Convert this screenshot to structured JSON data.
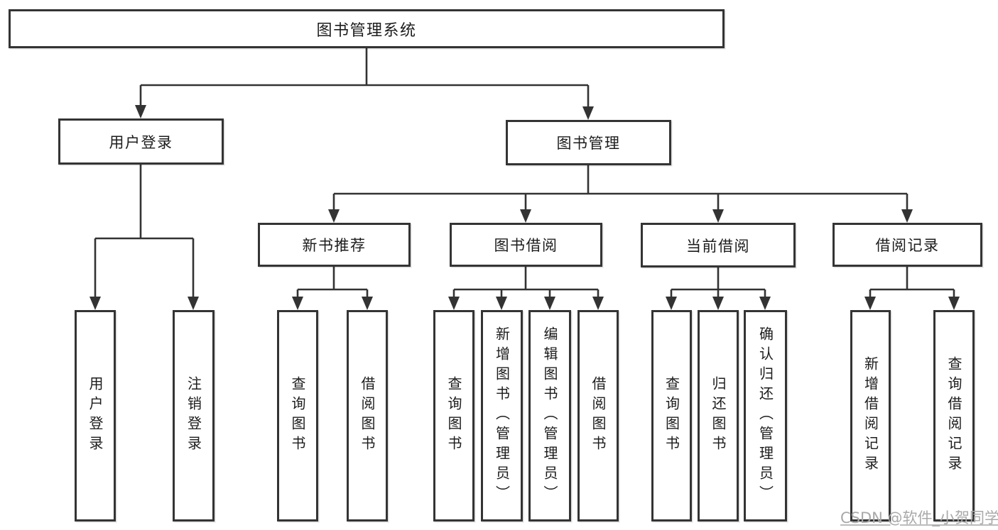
{
  "diagram": {
    "root": "图书管理系统",
    "branches": [
      {
        "label": "用户登录",
        "children": [
          "用户登录",
          "注销登录"
        ]
      },
      {
        "label": "图书管理",
        "children": [
          {
            "label": "新书推荐",
            "children": [
              "查询图书",
              "借阅图书"
            ]
          },
          {
            "label": "图书借阅",
            "children": [
              "查询图书",
              "新增图书（管理员）",
              "编辑图书（管理员）",
              "借阅图书"
            ]
          },
          {
            "label": "当前借阅",
            "children": [
              "查询图书",
              "归还图书",
              "确认归还（管理员）"
            ]
          },
          {
            "label": "借阅记录",
            "children": [
              "新增借阅记录",
              "查询借阅记录"
            ]
          }
        ]
      }
    ],
    "colors": {
      "line": "#333333",
      "box_border": "#343434",
      "box_fill": "#ffffff",
      "text": "#1c1c1c",
      "watermark": "#a9a9a9"
    }
  },
  "watermark": {
    "text": "CSDN @软件_小贺同学"
  }
}
